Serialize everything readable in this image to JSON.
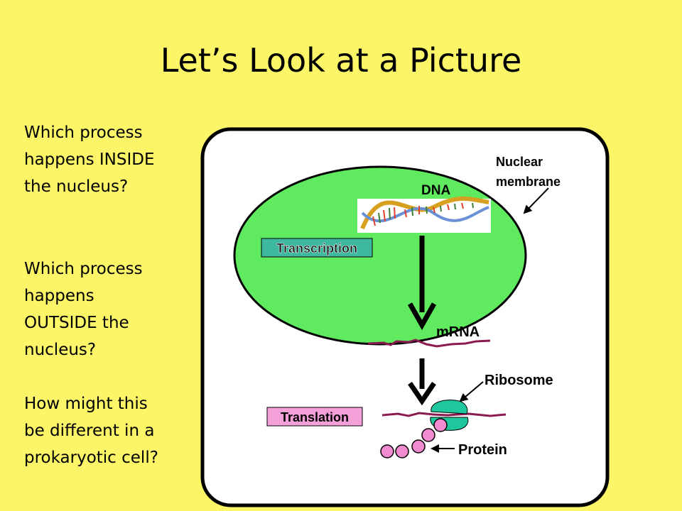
{
  "slide": {
    "title": "Let’s Look at a Picture"
  },
  "questions": [
    {
      "lines": [
        "Which process",
        "happens INSIDE",
        "the nucleus?"
      ]
    },
    {
      "lines": [
        "Which process",
        "happens",
        "OUTSIDE the",
        "nucleus?"
      ]
    },
    {
      "lines": [
        "How might this",
        "be different in a",
        "prokaryotic cell?"
      ]
    }
  ],
  "diagram": {
    "nuclear_membrane_line1": "Nuclear",
    "nuclear_membrane_line2": "membrane",
    "dna": "DNA",
    "transcription": "Transcription",
    "mrna": "mRNA",
    "ribosome": "Ribosome",
    "translation": "Translation",
    "protein": "Protein"
  },
  "colors": {
    "background": "#FCF567",
    "nucleus": "#5FEA5F",
    "transcription_box": "#3FB8A0",
    "translation_box": "#F4A0D8",
    "mrna": "#8B1A50",
    "ribosome": "#1FC79F",
    "protein_bead": "#F28AD0"
  }
}
